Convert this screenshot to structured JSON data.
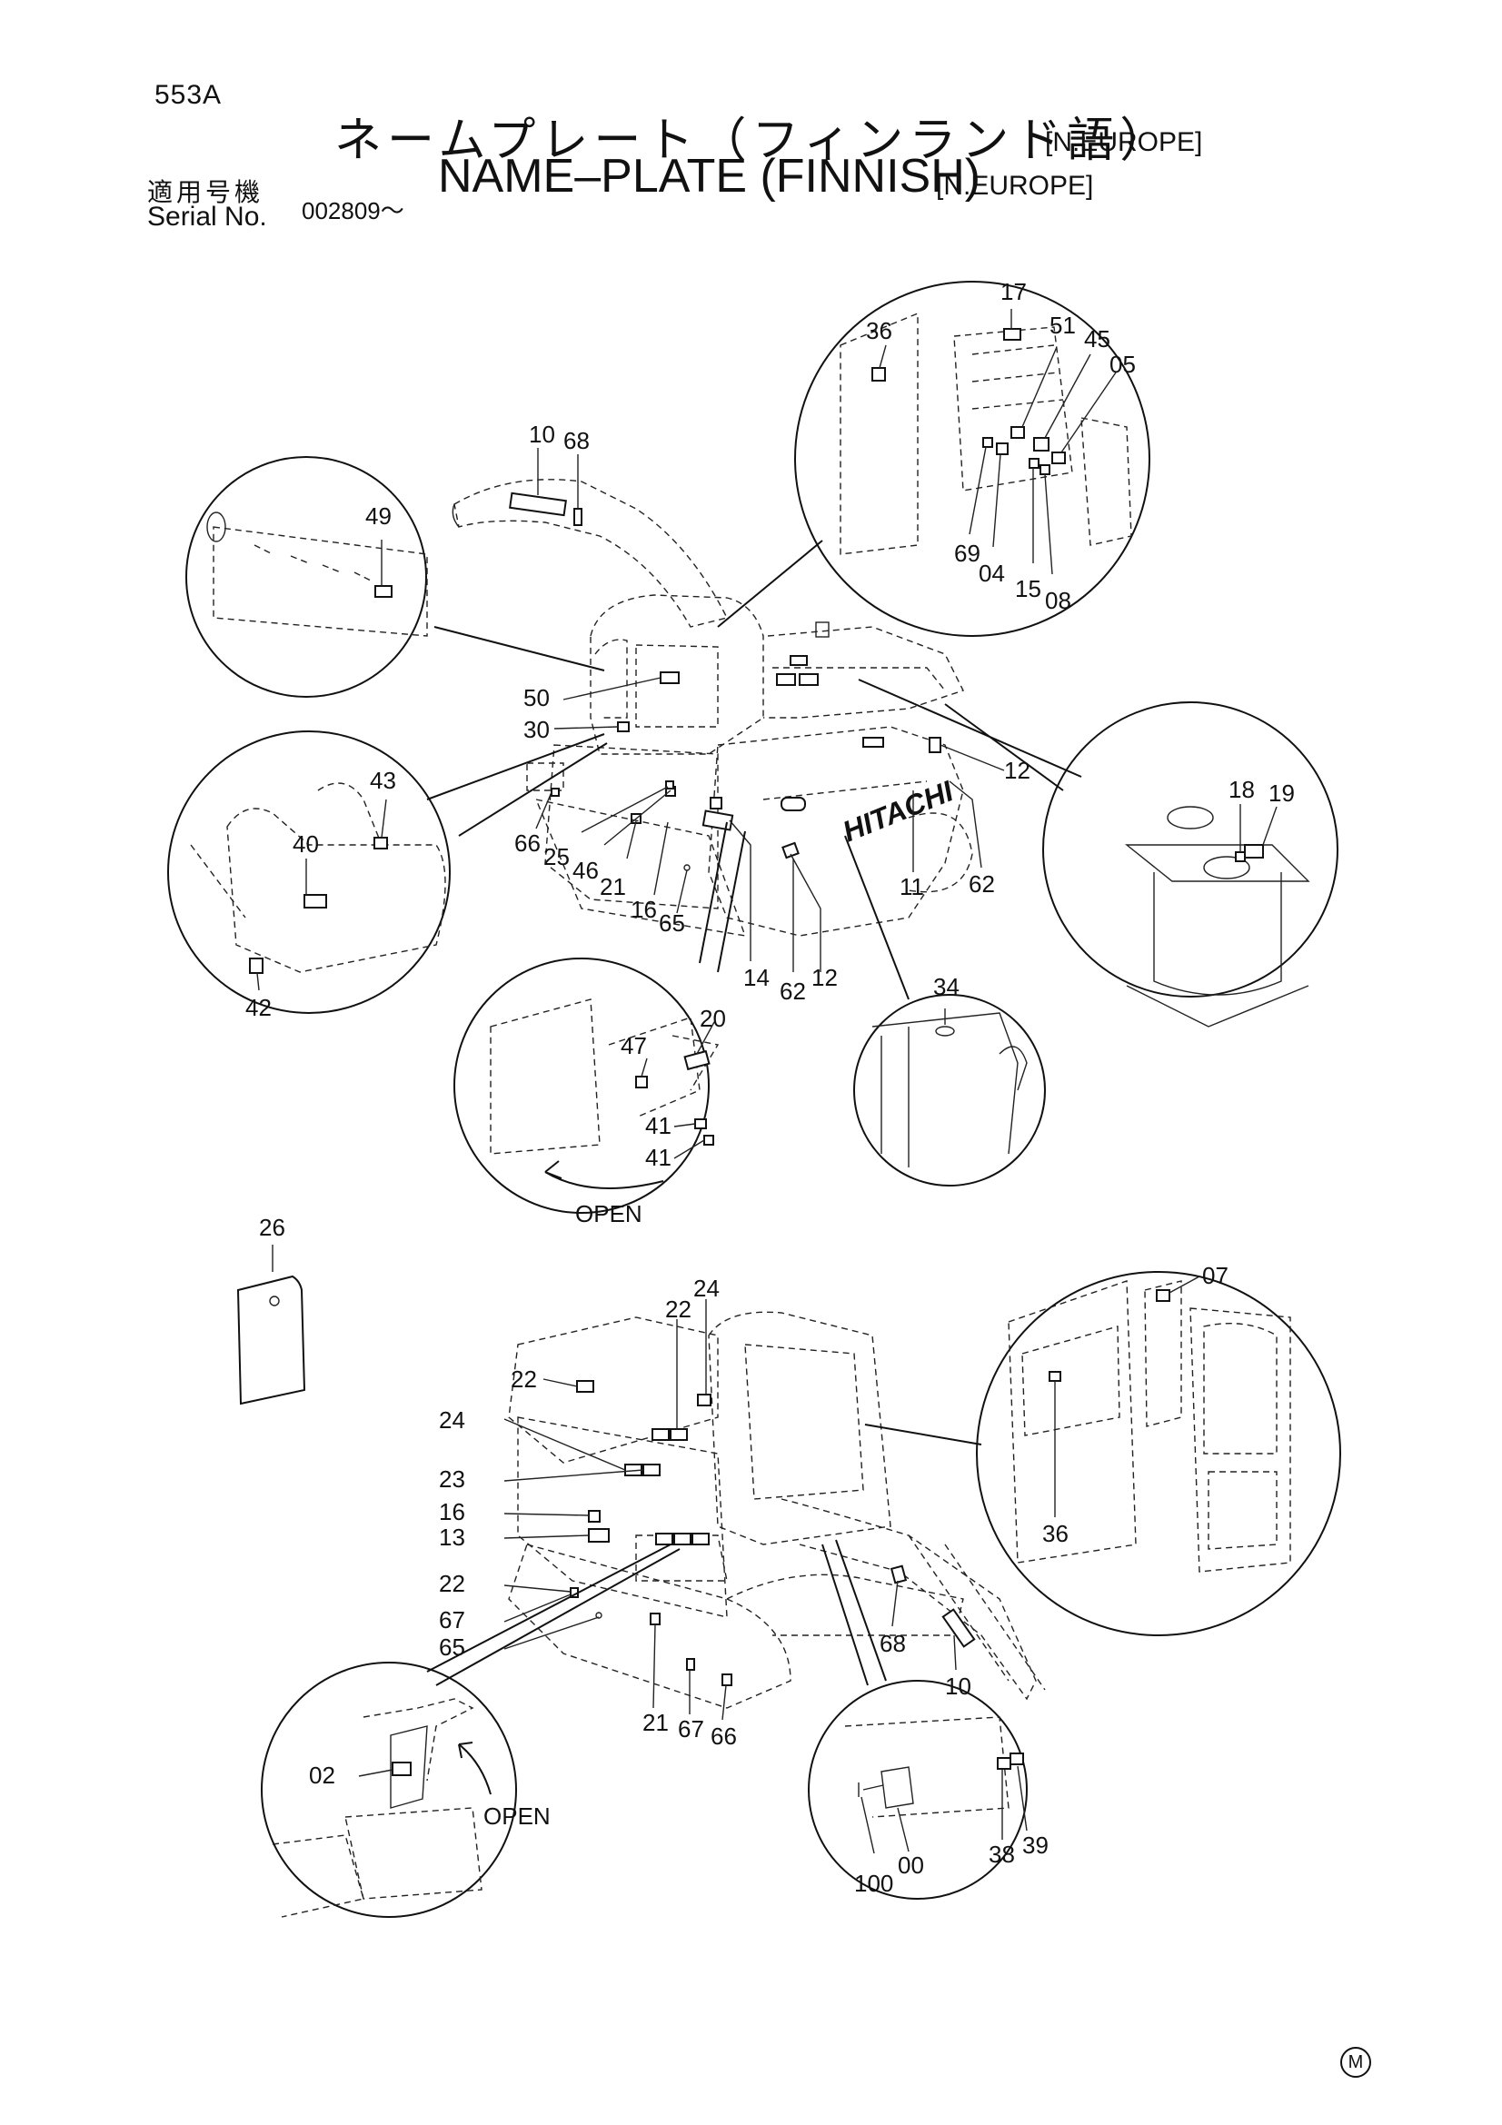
{
  "header": {
    "page_code": "553A",
    "title_jp": "ネームプレート（フィンランド語）",
    "title_jp_suffix": "[N.EUROPE]",
    "title_en": "NAME–PLATE (FINNISH)",
    "title_en_suffix": "[N.EUROPE]",
    "serial_label_jp": "適用号機",
    "serial_label_en": "Serial No.",
    "serial_value": "002809～"
  },
  "callouts": {
    "c17": "17",
    "c36a": "36",
    "c51": "51",
    "c45": "45",
    "c05": "05",
    "c69": "69",
    "c04": "04",
    "c15": "15",
    "c08": "08",
    "c10a": "10",
    "c68a": "68",
    "c49": "49",
    "c50": "50",
    "c30": "30",
    "c12a": "12",
    "c18": "18",
    "c19": "19",
    "c43": "43",
    "c40": "40",
    "c42": "42",
    "c66a": "66",
    "c25": "25",
    "c46": "46",
    "c21a": "21",
    "c16a": "16",
    "c65a": "65",
    "c14": "14",
    "c62a": "62",
    "c12b": "12",
    "c11": "11",
    "c62b": "62",
    "c34": "34",
    "c20": "20",
    "c47": "47",
    "c41a": "41",
    "c41b": "41",
    "c26": "26",
    "c07": "07",
    "c36b": "36",
    "c24a": "24",
    "c22a": "22",
    "c22b": "22",
    "c24b": "24",
    "c23": "23",
    "c16b": "16",
    "c13": "13",
    "c22c": "22",
    "c67a": "67",
    "c65b": "65",
    "c68b": "68",
    "c10b": "10",
    "c21b": "21",
    "c67b": "67",
    "c66b": "66",
    "c02": "02",
    "c00": "00",
    "c100": "100",
    "c38": "38",
    "c39": "39"
  },
  "brand_text": "HITACHI",
  "open_labels": {
    "door_open": "OPEN",
    "cover_open": "OPEN"
  },
  "corner_mark": "Ⓜ"
}
